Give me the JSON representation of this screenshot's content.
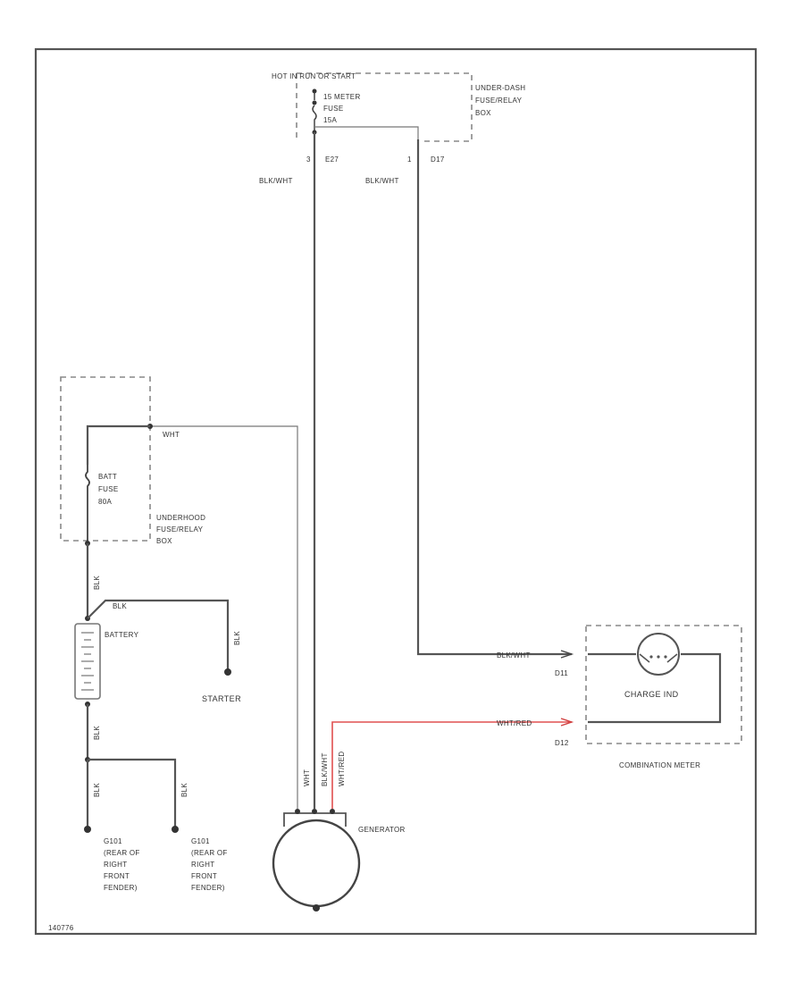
{
  "fuse_box_top": {
    "hot_label": "HOT IN RUN OR START",
    "fuse_name": "15 METER",
    "fuse_word": "FUSE",
    "fuse_amp": "15A",
    "box_line1": "UNDER-DASH",
    "box_line2": "FUSE/RELAY",
    "box_line3": "BOX",
    "pin_left": "3",
    "conn_left": "E27",
    "pin_right": "1",
    "conn_right": "D17",
    "wire_left_color": "BLK/WHT",
    "wire_right_color": "BLK/WHT"
  },
  "fuse_box_left": {
    "wire_out": "WHT",
    "fuse_name": "BATT",
    "fuse_word": "FUSE",
    "fuse_amp": "80A",
    "box_line1": "UNDERHOOD",
    "box_line2": "FUSE/RELAY",
    "box_line3": "BOX"
  },
  "battery": {
    "label": "BATTERY",
    "wire_top": "BLK",
    "wire_pos": "BLK",
    "wire_starter": "BLK",
    "wire_neg": "BLK",
    "starter_label": "STARTER"
  },
  "grounds": {
    "wire_g1": "BLK",
    "wire_g2": "BLK",
    "g1_line1": "G101",
    "g1_line2": "(REAR OF",
    "g1_line3": "RIGHT",
    "g1_line4": "FRONT",
    "g1_line5": "FENDER)",
    "g2_line1": "G101",
    "g2_line2": "(REAR OF",
    "g2_line3": "RIGHT",
    "g2_line4": "FRONT",
    "g2_line5": "FENDER)"
  },
  "generator": {
    "label": "GENERATOR",
    "wire_a": "WHT",
    "wire_b": "BLK/WHT",
    "wire_c": "WHT/RED"
  },
  "combination_meter": {
    "wire_top": "BLK/WHT",
    "wire_bottom": "WHT/RED",
    "conn_top": "D11",
    "conn_bottom": "D12",
    "lamp_label": "CHARGE IND",
    "meter_label": "COMBINATION METER"
  },
  "footer": {
    "figure_id": "140776"
  }
}
